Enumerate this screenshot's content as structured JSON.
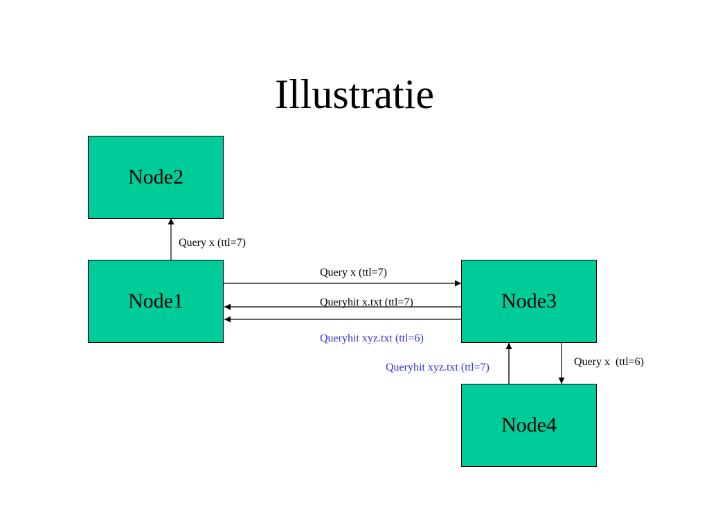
{
  "title": "Illustratie",
  "nodes": {
    "node1": "Node1",
    "node2": "Node2",
    "node3": "Node3",
    "node4": "Node4"
  },
  "edges": {
    "n1_n2_query": "Query x (ttl=7)",
    "n1_n3_query": "Query x (ttl=7)",
    "n3_n1_queryhit": "Queryhit x.txt (ttl=7)",
    "n3_n1_queryhit_relay": "Queryhit xyz.txt (ttl=6)",
    "n4_n3_queryhit": "Queryhit xyz.txt (ttl=7)",
    "n3_n4_query": "Query x  (ttl=6)"
  },
  "colors": {
    "node_fill": "#00cc99",
    "reply_text": "#3333cc",
    "text": "#000000"
  }
}
